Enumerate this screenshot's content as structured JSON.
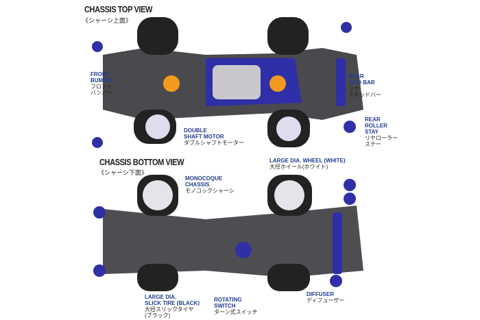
{
  "top_view": {
    "title": "CHASSIS TOP VIEW",
    "subtitle": "《シャーシ上面》",
    "labels": [
      {
        "en": "FRONT\nBUMPER",
        "jp": "フロント\nバンパー"
      },
      {
        "en": "DOUBLE\nSHAFT MOTOR",
        "jp": "ダブルシャフトモーター"
      },
      {
        "en": "REAR\nSKID BAR",
        "jp": "リヤ\nスキッドバー"
      },
      {
        "en": "REAR\nROLLER\nSTAY",
        "jp": "リヤローラー\nステー"
      }
    ]
  },
  "bottom_view": {
    "title": "CHASSIS BOTTOM VIEW",
    "subtitle": "《シャーシ下面》",
    "labels": [
      {
        "en": "MONOCOQUE\nCHASSIS",
        "jp": "モノコックシャーシ"
      },
      {
        "en": "LARGE DIA. WHEEL (WHITE)",
        "jp": "大径ホイール(ホワイト)"
      },
      {
        "en": "LARGE DIA.\nSLICK TIRE (BLACK)",
        "jp": "大径スリックタイヤ\n(ブラック)"
      },
      {
        "en": "ROTATING\nSWITCH",
        "jp": "ターン式スイッチ"
      },
      {
        "en": "DIFFUSER",
        "jp": "ディフューザー"
      }
    ]
  },
  "colors": {
    "label_blue": "#1e3d8f",
    "chassis": "#4a4a4e",
    "accent_blue": "#2f2fa8",
    "gear_orange": "#f39a1e"
  }
}
